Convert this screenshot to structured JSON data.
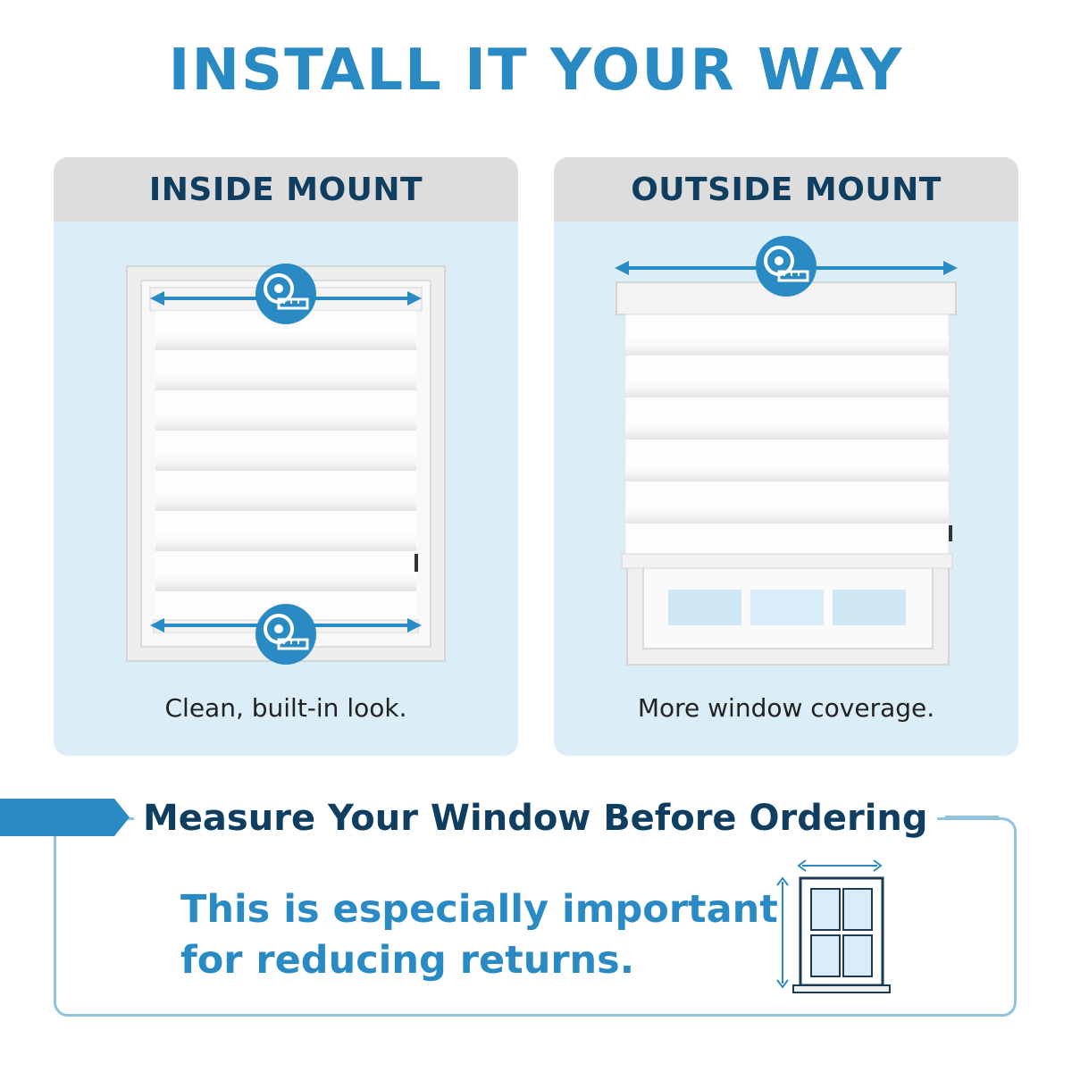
{
  "title": "INSTALL IT YOUR WAY",
  "panels": {
    "inside": {
      "heading": "INSIDE MOUNT",
      "caption": "Clean, built-in look."
    },
    "outside": {
      "heading": "OUTSIDE MOUNT",
      "caption": "More window coverage."
    }
  },
  "measure": {
    "title": "Measure Your Window Before Ordering",
    "line1": "This is especially important",
    "line2": "for reducing returns."
  },
  "colors": {
    "accent_blue": "#2a8ac4",
    "navy": "#103e60",
    "panel_bg": "#dbeef7",
    "header_gray": "#dddddd",
    "outline_blue": "#8fc3de"
  },
  "icons": [
    "tape-measure-icon",
    "double-arrow-icon",
    "window-icon"
  ]
}
